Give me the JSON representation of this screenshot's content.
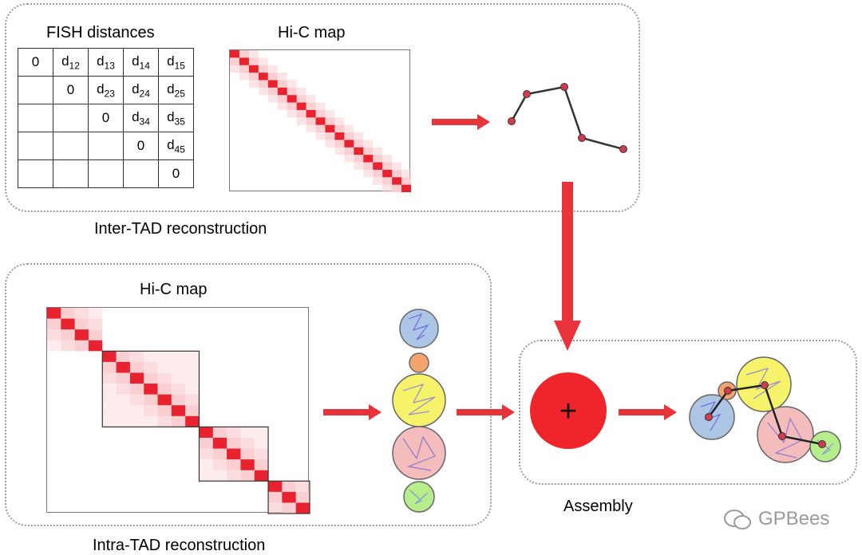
{
  "inter_panel": {
    "fish_title": "FISH distances",
    "hic_title": "Hi-C map",
    "caption": "Inter-TAD reconstruction",
    "fish_table": [
      [
        {
          "t": "0"
        },
        {
          "t": "d",
          "s": "12"
        },
        {
          "t": "d",
          "s": "13"
        },
        {
          "t": "d",
          "s": "14"
        },
        {
          "t": "d",
          "s": "15"
        }
      ],
      [
        {
          "t": ""
        },
        {
          "t": "0"
        },
        {
          "t": "d",
          "s": "23"
        },
        {
          "t": "d",
          "s": "24"
        },
        {
          "t": "d",
          "s": "25"
        }
      ],
      [
        {
          "t": ""
        },
        {
          "t": ""
        },
        {
          "t": "0"
        },
        {
          "t": "d",
          "s": "34"
        },
        {
          "t": "d",
          "s": "35"
        }
      ],
      [
        {
          "t": ""
        },
        {
          "t": ""
        },
        {
          "t": ""
        },
        {
          "t": "0"
        },
        {
          "t": "d",
          "s": "45"
        }
      ],
      [
        {
          "t": ""
        },
        {
          "t": ""
        },
        {
          "t": ""
        },
        {
          "t": ""
        },
        {
          "t": "0"
        }
      ]
    ]
  },
  "intra_panel": {
    "hic_title": "Hi-C map",
    "caption": "Intra-TAD reconstruction"
  },
  "assembly_panel": {
    "plus_symbol": "+",
    "caption": "Assembly"
  },
  "watermark": "GPBees",
  "colors": {
    "arrow": "#e8333a",
    "hic_dark": "#e8222e",
    "hic_light": "#f9cfd2",
    "plus_circle": "#f0252c",
    "node": "#d23a4e",
    "tad_blue": "#aec6e6",
    "tad_orange": "#f4a46e",
    "tad_yellow": "#f6f26a",
    "tad_pink": "#f5bcbc",
    "tad_green": "#b6ee8c"
  }
}
